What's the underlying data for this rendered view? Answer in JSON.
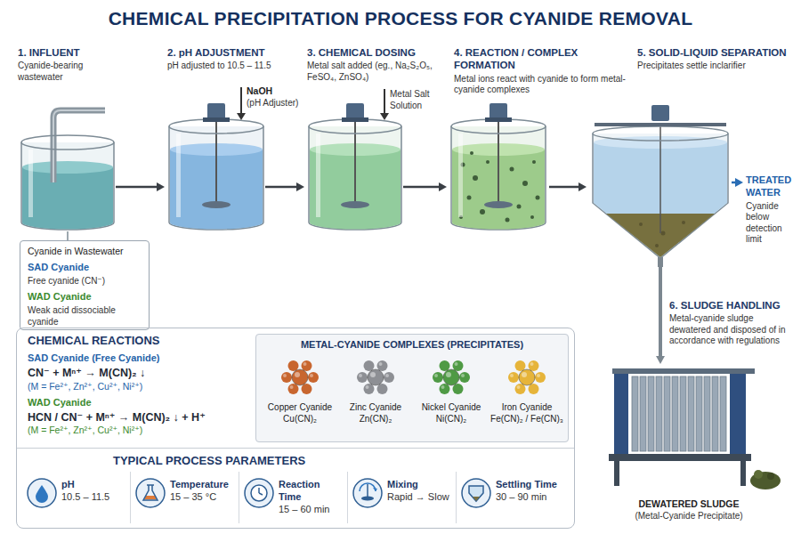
{
  "diagram": {
    "title": "CHEMICAL PRECIPITATION PROCESS FOR CYANIDE REMOVAL",
    "nodes": [
      {
        "text": [
          "1. INFLUENT",
          "Cyanide-bearing wastewater"
        ]
      },
      {
        "text": [
          "2. pH ADJUSTMENT",
          "pH adjusted to 10.5 – 11.5"
        ]
      },
      {
        "text": [
          "3. CHEMICAL DOSING",
          "Metal salt added (eg., Na₂S₂O₅, FeSO₄, ZnSO₄)"
        ]
      },
      {
        "text": [
          "4. REACTION / COMPLEX FORMATION",
          "Metal ions react with cyanide to form metal-cyanide complexes"
        ]
      },
      {
        "text": [
          "5. SOLID-LIQUID SEPARATION",
          "Precipitates settle inclarifier"
        ]
      },
      {
        "text": [
          "TREATED WATER",
          "Cyanide below detection limit"
        ]
      },
      {
        "text": [
          "6. SLUDGE HANDLING",
          "Metal-cyanide sludge dewatered and disposed of in accordance with regulations"
        ]
      },
      {
        "text": [
          "Cyanide in Wastewater",
          "SAD Cyanide",
          "Free cyanide (CN⁻)",
          "WAD Cyanide",
          "Weak acid dissociable cyanide"
        ]
      },
      {
        "text": [
          "CHEMICAL REACTIONS",
          "SAD Cyanide (Free Cyanide)",
          "CN⁻ + Mⁿ⁺ → M(CN)₂ ↓",
          "(M = Fe²⁺, Zn²⁺, Cu²⁺, Ni²⁺)",
          "WAD Cyanide",
          "HCN / CN⁻ + Mⁿ⁺ → M(CN)₂ ↓ + H⁺",
          "(M = Fe²⁺, Zn²⁺, Cu²⁺, Ni²⁺)"
        ]
      },
      {
        "text": [
          "METAL-CYANIDE COMPLEXES (PRECIPITATES)"
        ],
        "in": 8
      },
      {
        "text": [
          "Copper Cyanide",
          "Cu(CN)₂"
        ],
        "in": 9
      },
      {
        "text": [
          "Zinc Cyanide",
          "Zn(CN)₂"
        ],
        "in": 9
      },
      {
        "text": [
          "Nickel Cyanide",
          "Ni(CN)₂"
        ],
        "in": 9
      },
      {
        "text": [
          "Iron Cyanide",
          "Fe(CN)₂ / Fe(CN)₃"
        ],
        "in": 9
      },
      {
        "text": [
          "TYPICAL PROCESS PARAMETERS"
        ],
        "in": 8
      },
      {
        "text": [
          "pH",
          "10.5 – 11.5"
        ],
        "in": 14
      },
      {
        "text": [
          "Temperature",
          "15 – 35 °C"
        ],
        "in": 14
      },
      {
        "text": [
          "Reaction Time",
          "15 – 60 min"
        ],
        "in": 14
      },
      {
        "text": [
          "Mixing",
          "Rapid → Slow"
        ],
        "in": 14
      },
      {
        "text": [
          "Settling Time",
          "30 – 90 min"
        ],
        "in": 14
      }
    ],
    "edges": [
      {
        "from": 0,
        "to": 1,
        "arrow": "to"
      },
      {
        "from": 1,
        "to": 2,
        "arrow": "to"
      },
      {
        "from": 2,
        "to": 3,
        "arrow": "to"
      },
      {
        "from": 3,
        "to": 4,
        "arrow": "to"
      },
      {
        "from": 4,
        "to": 5,
        "arrow": "to"
      },
      {
        "from": 4,
        "to": 6,
        "arrow": "to"
      },
      {
        "from": 0,
        "to": 7,
        "arrow": "none"
      }
    ],
    "labels": [
      "NaOH",
      "(pH Adjuster)",
      "Metal Salt Solution",
      "DEWATERED SLUDGE",
      "(Metal-Cyanide Precipitate)"
    ]
  }
}
